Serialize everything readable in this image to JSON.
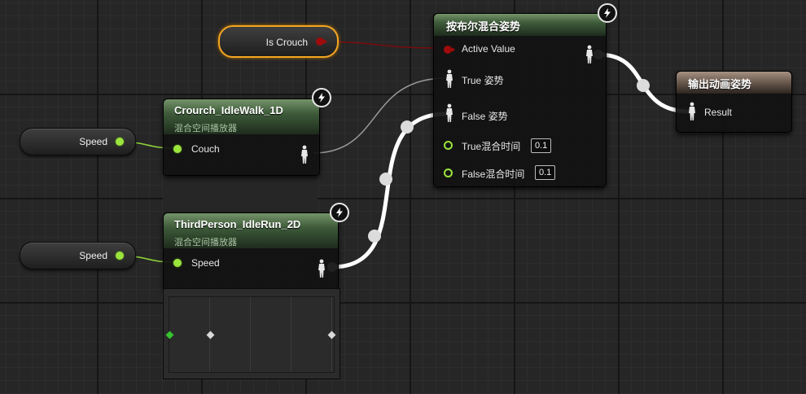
{
  "variables": {
    "is_crouch": "Is Crouch",
    "speed_1": "Speed",
    "speed_2": "Speed"
  },
  "blend_node": {
    "title": "按布尔混合姿势",
    "active_value": "Active Value",
    "true_pose": "True 姿势",
    "false_pose": "False 姿势",
    "true_blend_time": "True混合时间",
    "true_blend_value": "0.1",
    "false_blend_time": "False混合时间",
    "false_blend_value": "0.1"
  },
  "crouch_node": {
    "title": "Crourch_IdleWalk_1D",
    "subtitle": "混合空间播放器",
    "pin": "Couch"
  },
  "third_node": {
    "title": "ThirdPerson_IdleRun_2D",
    "subtitle": "混合空间播放器",
    "pin": "Speed"
  },
  "output_node": {
    "title": "输出动画姿势",
    "pin": "Result"
  },
  "colors": {
    "float_pin": "#9be43c",
    "bool_pin": "#9f0b0b",
    "exec_wire": "#ffffff",
    "selection": "#f3a623"
  },
  "icons": [
    "lightning-bolt-icon",
    "pose-icon"
  ]
}
